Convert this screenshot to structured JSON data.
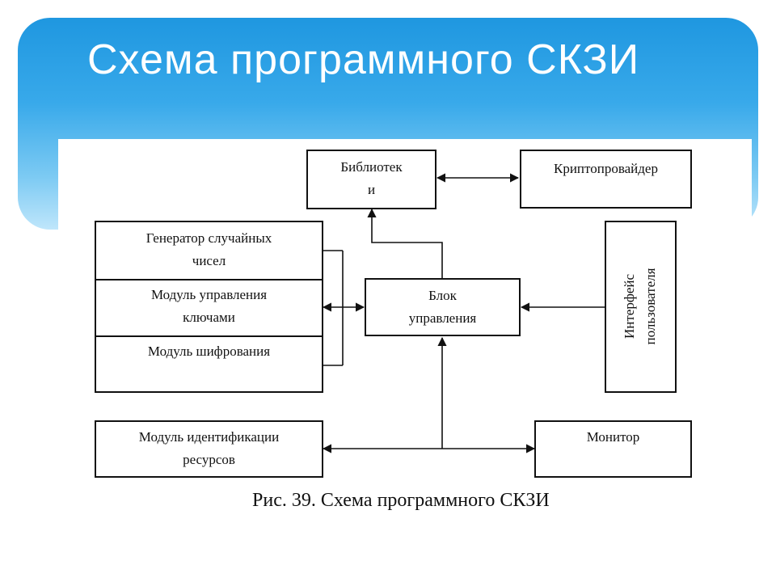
{
  "slide": {
    "title": "Схема программного СКЗИ",
    "colors": {
      "banner": "#2a9fe5",
      "line": "#111111"
    }
  },
  "diagram": {
    "nodes": {
      "library": "Библиотек\nи",
      "cryptoprovider": "Криптопровайдер",
      "rng": "Генератор случайных\nчисел",
      "key_module": "Модуль управления\nключами",
      "encryption_module": "Модуль шифрования",
      "control_block": "Блок\nуправления",
      "user_interface": "Интерфейс\nпользователя",
      "identification_module": "Модуль идентификации\nресурсов",
      "monitor": "Монитор"
    },
    "edges": [
      {
        "from": "library",
        "to": "cryptoprovider",
        "arrows": "both"
      },
      {
        "from": "control_block",
        "to": "library",
        "arrows": "end"
      },
      {
        "from": "rng",
        "to": "control_block",
        "arrows": "both"
      },
      {
        "from": "key_module",
        "to": "control_block",
        "arrows": "both"
      },
      {
        "from": "encryption_module",
        "to": "control_block",
        "arrows": "both"
      },
      {
        "from": "user_interface",
        "to": "control_block",
        "arrows": "end"
      },
      {
        "from": "identification_module",
        "to": "control_block",
        "arrows": "end"
      },
      {
        "from": "identification_module",
        "to": "monitor",
        "arrows": "both"
      }
    ],
    "caption": "Рис. 39. Схема программного СКЗИ"
  }
}
